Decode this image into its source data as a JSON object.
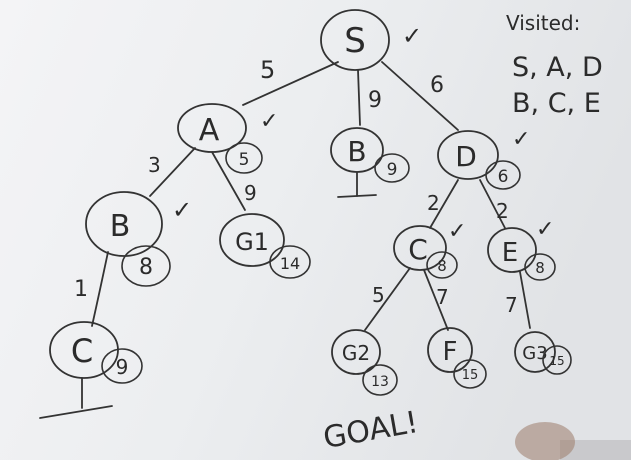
{
  "visited": {
    "title": "Visited:",
    "line1": "S, A, D",
    "line2": "B, C, E"
  },
  "check_mark": "✓",
  "nodes": {
    "S": {
      "label": "S",
      "checked": true
    },
    "A": {
      "label": "A",
      "cost": "5",
      "checked": true
    },
    "B1": {
      "label": "B",
      "cost": "9"
    },
    "D": {
      "label": "D",
      "cost": "6",
      "checked": true
    },
    "B2": {
      "label": "B",
      "cost": "8",
      "checked": true
    },
    "G1": {
      "label": "G1",
      "cost": "14"
    },
    "C1": {
      "label": "C",
      "cost": "9"
    },
    "C2": {
      "label": "C",
      "cost": "8",
      "checked": true
    },
    "E": {
      "label": "E",
      "cost": "8",
      "checked": true
    },
    "G2": {
      "label": "G2",
      "cost": "13"
    },
    "F": {
      "label": "F",
      "cost": "15"
    },
    "G3": {
      "label": "G3",
      "cost": "15"
    }
  },
  "edges": {
    "S_A": "5",
    "S_B1": "9",
    "S_D": "6",
    "A_B2": "3",
    "A_G1": "9",
    "B2_C1": "1",
    "D_C2": "2",
    "D_E": "2",
    "C2_G2": "5",
    "C2_F": "7",
    "E_G3": "7"
  },
  "goal_label": "GOAL!"
}
